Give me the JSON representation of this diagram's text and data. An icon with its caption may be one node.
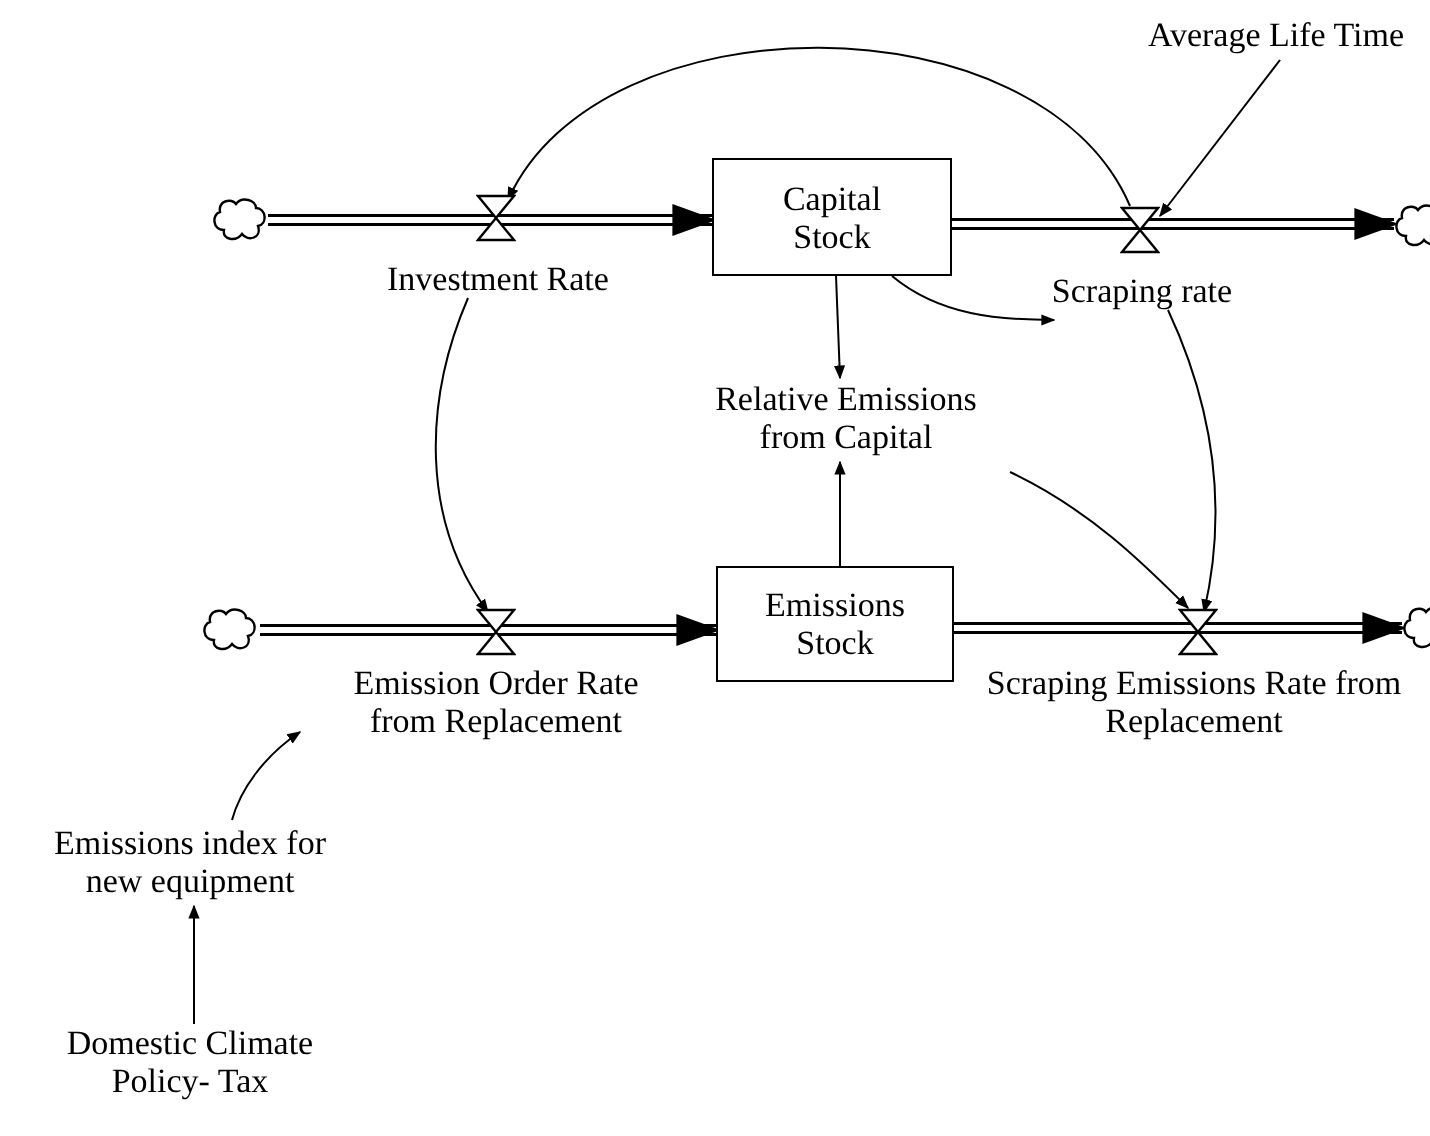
{
  "diagram": {
    "nodes": [
      {
        "text": [],
        "shape": "cloud"
      },
      {
        "text": [
          "Investment Rate"
        ]
      },
      {
        "text": [
          "Capital Stock"
        ]
      },
      {
        "text": [
          "Scraping rate"
        ]
      },
      {
        "text": [],
        "shape": "cloud"
      },
      {
        "text": [
          "Average Life Time"
        ]
      },
      {
        "text": [
          "Relative Emissions from Capital"
        ]
      },
      {
        "text": [],
        "shape": "cloud"
      },
      {
        "text": [
          "Emission Order Rate from Replacement"
        ]
      },
      {
        "text": [
          "Emissions Stock"
        ]
      },
      {
        "text": [
          "Scraping Emissions Rate from Replacement"
        ]
      },
      {
        "text": [],
        "shape": "cloud"
      },
      {
        "text": [
          "Emissions index for new equipment"
        ]
      },
      {
        "text": [
          "Domestic Climate Policy- Tax"
        ]
      }
    ],
    "edges": [
      {
        "from": 0,
        "to": 2,
        "arrow": "to",
        "style": "thick"
      },
      {
        "from": 2,
        "to": 4,
        "arrow": "to",
        "style": "thick"
      },
      {
        "from": 7,
        "to": 9,
        "arrow": "to",
        "style": "thick"
      },
      {
        "from": 9,
        "to": 11,
        "arrow": "to",
        "style": "thick"
      },
      {
        "from": 3,
        "to": 1,
        "arrow": "to"
      },
      {
        "from": 5,
        "to": 3,
        "arrow": "to"
      },
      {
        "from": 2,
        "to": 3,
        "arrow": "to"
      },
      {
        "from": 2,
        "to": 6,
        "arrow": "to"
      },
      {
        "from": 1,
        "to": 8,
        "arrow": "to"
      },
      {
        "from": 3,
        "to": 10,
        "arrow": "to"
      },
      {
        "from": 6,
        "to": 10,
        "arrow": "to"
      },
      {
        "from": 9,
        "to": 6,
        "arrow": "to"
      },
      {
        "from": 12,
        "to": 8,
        "arrow": "to"
      },
      {
        "from": 13,
        "to": 12,
        "arrow": "to"
      }
    ]
  }
}
